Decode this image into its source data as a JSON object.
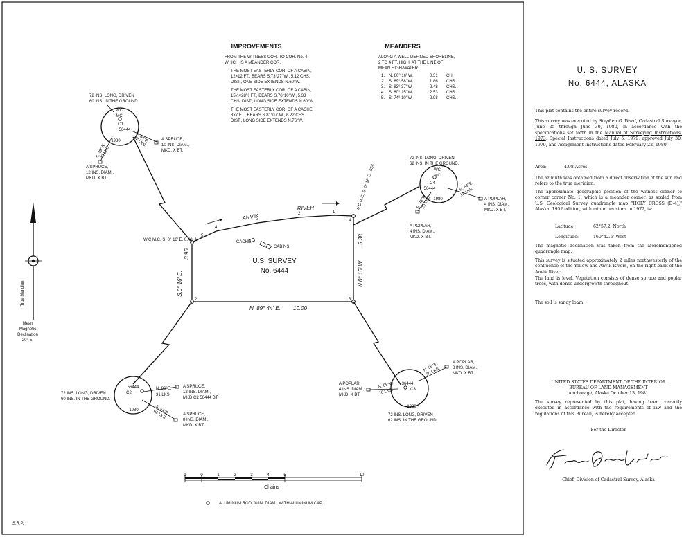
{
  "improvements": {
    "heading": "IMPROVEMENTS",
    "lines": [
      "FROM THE WITNESS COR. TO COR. No. 4,",
      "WHICH IS A MEANDER COR.",
      "THE MOST EASTERLY COR. OF A CABIN,",
      "12×12 FT., BEARS S.73°27' W., 5.12 CHS.",
      "DIST., ONE SIDE EXTENDS N.60°W.",
      "THE MOST EASTERLY COR. OF A CABIN,",
      "15½×28½ FT., BEARS S.76°10' W., 5.33",
      "CHS. DIST., LONG SIDE EXTENDS N.60°W.",
      "THE MOST EASTERLY COR. OF A CACHE,",
      "3×7 FT., BEARS S.81°07' W., 6.22 CHS.",
      "DIST., LONG SIDE EXTENDS N.76°W."
    ]
  },
  "meanders": {
    "heading": "MEANDERS",
    "intro": [
      "ALONG A WELL-DEFINED SHORELINE,",
      "2 TO 4 FT. HIGH, AT THE LINE OF",
      "MEAN HIGH-WATER."
    ],
    "rows": [
      {
        "no": "1.",
        "bearing": "N. 80° 16' W.",
        "dist": "0.31",
        "unit": "CH."
      },
      {
        "no": "2.",
        "bearing": "S. 89° 58' W.",
        "dist": "1.86",
        "unit": "CHS."
      },
      {
        "no": "3.",
        "bearing": "S. 83° 37' W.",
        "dist": "2.48",
        "unit": "CHS."
      },
      {
        "no": "4.",
        "bearing": "S. 80° 15' W.",
        "dist": "2.53",
        "unit": "CHS."
      },
      {
        "no": "5.",
        "bearing": "S. 74° 10' W.",
        "dist": "2.98",
        "unit": "CHS."
      }
    ]
  },
  "plat": {
    "river_name": "ANVIK",
    "river_word": "RIVER",
    "survey_label": "U.S. SURVEY",
    "survey_no": "No. 6444",
    "cache_label": "CACHE",
    "cabins_label": "CABINS",
    "south_boundary": "N. 89° 44' E.",
    "south_length": "10.00",
    "west_bearing": "S.0° 16' E.",
    "west_length": "3.96",
    "east_bearing": "N.0° 16' W.",
    "east_length": "5.38",
    "wcmc_west": "W.C.M.C. S. 0° 16' E. 0.40",
    "wcmc_east": "W.C.M.C. S. 0° 16' E. .034",
    "corner_nums": [
      "1",
      "2",
      "3",
      "4"
    ],
    "meander_nums": [
      "1",
      "2",
      "3",
      "4",
      "5"
    ]
  },
  "witness_corners": {
    "c1": {
      "stamp_top": "WC",
      "stamp_mid": "MC",
      "stamp_c": "C1",
      "stamp_no": "56444",
      "year": "1980",
      "post": [
        "72 INS. LONG, DRIVEN",
        "60 INS. IN THE GROUND."
      ],
      "tree1": [
        "A SPRUCE,",
        "10 INS. DIAM.,",
        "MKD. X BT."
      ],
      "tree1_bear": "S. 64°E.",
      "tree1_dist": "32 LKS.",
      "tree2": [
        "A SPRUCE,",
        "12 INS. DIAM.,",
        "MKD. X BT."
      ],
      "tree2_bear": "S. 29°W.",
      "tree2_dist": "43 LKS."
    },
    "c4": {
      "stamp_top": "WC",
      "stamp_mid": "MC",
      "stamp_c": "C4",
      "stamp_no": "56444",
      "year": "1980",
      "post": [
        "72 INS. LONG, DRIVEN",
        "62 INS. IN THE GROUND."
      ],
      "tree1": [
        "A POPLAR,",
        "4 INS. DIAM.,",
        "MKD. X BT."
      ],
      "tree1_bear": "S. 69°E.",
      "tree1_dist": "19 LKS.",
      "tree2": [
        "A POPLAR,",
        "4 INS. DIAM.,",
        "MKD. X BT."
      ],
      "tree2_bear": "S. 30°W.",
      "tree2_dist": "20 LKS."
    },
    "c2": {
      "stamp_no": "56444",
      "stamp_c": "C2",
      "year": "1980",
      "post": [
        "72 INS. LONG, DRIVEN",
        "60 INS. IN THE GROUND."
      ],
      "tree1": [
        "A SPRUCE,",
        "12 INS. DIAM.,",
        "MKD C2 56444 BT."
      ],
      "tree1_bear": "N. 86°E.",
      "tree1_dist": "31 LKS.",
      "tree2": [
        "A SPRUCE,",
        "8 INS. DIAM.,",
        "MKD. X BT."
      ],
      "tree2_bear": "S. 54°E.",
      "tree2_dist": "62 LKS."
    },
    "c3": {
      "stamp_no": "36444",
      "stamp_c": "C3",
      "year": "1980",
      "post": [
        "72 INS. LONG, DRIVEN",
        "62 INS. IN THE GROUND."
      ],
      "tree1": [
        "A POPLAR,",
        "8 INS. DIAM.,",
        "MKD. X BT."
      ],
      "tree1_bear": "N. 55°E.",
      "tree1_dist": "30 LKS.",
      "tree2": [
        "A POPLAR,",
        "4 INS. DIAM.,",
        "MKD. X BT."
      ],
      "tree2_bear": "N. 86°W.",
      "tree2_dist": "16 LKS."
    }
  },
  "compass": {
    "true_meridian": "True Meridian",
    "declination": [
      "Mean",
      "Magnetic",
      "Declination",
      "20° E."
    ]
  },
  "scale": {
    "ticks": [
      "1",
      "0",
      "1",
      "2",
      "3",
      "4",
      "5",
      "10"
    ],
    "unit": "Chains"
  },
  "legend_note": "ALUMINUM ROD, ⅝ IN. DIAM., WITH ALUMINUM CAP.",
  "drafter_initials": "S.R.P.",
  "notes": {
    "title_1": "U. S.  SURVEY",
    "title_2": "No. 6444,  ALASKA",
    "p1": "This plat contains the entire survey record.",
    "p2_a": "This survey was executed by ",
    "p2_name": "Stephen G. Ward",
    "p2_b": ", Cadastral Surveyor, June 25 through June 30, 1980, in accordance with the specifications set forth in the ",
    "p2_manual": "Manual of Surveying Instructions, 1973",
    "p2_c": ", Special Instructions dated July 5, 1979, approved July 30, 1979, and Assignment Instructions dated February 22, 1980.",
    "area_label": "Area:",
    "area_value": "4.98 Acres.",
    "p4": "The azimuth was obtained from a direct observation of the sun and refers to the true meridian.",
    "p5": "The approximate geographic position of the witness corner to corner corner No. 1, which is a meander corner, as scaled from U.S. Geological Survey quadrangle map \"HOLY CROSS (D-4),\" Alaska, 1952 edition, with minor revisions in 1972, is:",
    "lat_label": "Latitude:",
    "lat_value": "62°57.2' North",
    "lon_label": "Longitude:",
    "lon_value": "160°42.6' West",
    "p6": "The magnetic declination was taken from the aforementioned quadrangle map.",
    "p7": "This survey is situated approximately 2 miles northwesterly of the confluence of the Yellow and Anvik Rivers, on the right bank of the Anvik River.",
    "p8": "The land is level.  Vegetation consists of dense spruce and poplar trees, with dense undergrowth throughout.",
    "p9": "The soil is sandy loam.",
    "dept_1": "UNITED STATES DEPARTMENT OF THE INTERIOR",
    "dept_2": "BUREAU OF LAND MANAGEMENT",
    "dept_3": "Anchorage, Alaska        October 13, 1981",
    "p10": "The survey represented by this plat, having been correctly executed in accordance with the requirements of law and the regulations of this Bureau, is hereby accepted.",
    "for_director": "For the Director",
    "signature": "Francis R. Eickbush",
    "chief": "Chief, Division of Cadastral Survey, Alaska"
  }
}
